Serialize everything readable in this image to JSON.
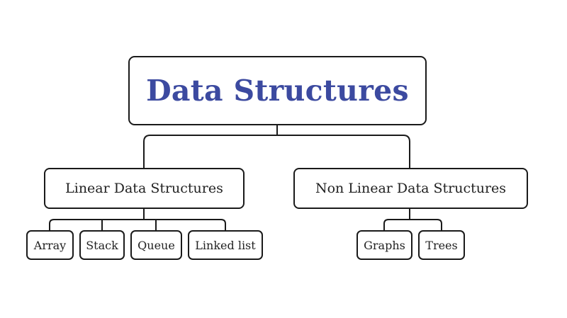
{
  "diagram": {
    "root": {
      "label": "Data Structures"
    },
    "categories": [
      {
        "label": "Linear Data Structures",
        "children": [
          "Array",
          "Stack",
          "Queue",
          "Linked list"
        ]
      },
      {
        "label": "Non Linear Data Structures",
        "children": [
          "Graphs",
          "Trees"
        ]
      }
    ],
    "colors": {
      "title": "#3c4aa0",
      "border": "#1a1a1a",
      "text": "#222222"
    }
  }
}
